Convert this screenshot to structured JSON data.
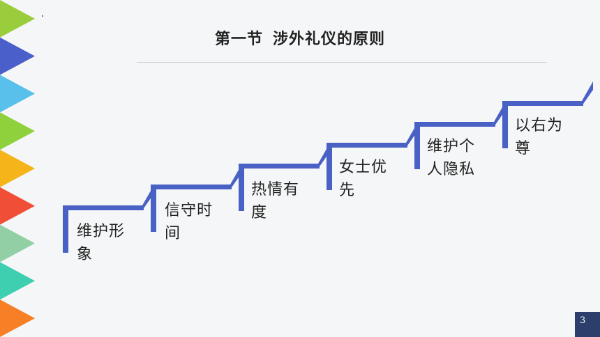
{
  "slide": {
    "title_part1": "第一节",
    "title_part2": "涉外礼仪的原则",
    "page_number": "3",
    "colors": {
      "step_blue": "#4960c4",
      "background": "#f5f6f7",
      "page_badge": "#2c3e6b"
    },
    "side_triangles": [
      "#9acd3c",
      "#4a5fc9",
      "#58c0ea",
      "#8fd13c",
      "#f5b41a",
      "#f04e37",
      "#93cfa5",
      "#3ecfb0",
      "#f77f25"
    ],
    "steps": [
      {
        "label_line1": "维护形",
        "label_line2": "象"
      },
      {
        "label_line1": "信守时",
        "label_line2": "间"
      },
      {
        "label_line1": "热情有",
        "label_line2": "度"
      },
      {
        "label_line1": "女士优",
        "label_line2": "先"
      },
      {
        "label_line1": "维护个",
        "label_line2": "人隐私"
      },
      {
        "label_line1": "以右为",
        "label_line2": "尊"
      }
    ]
  }
}
